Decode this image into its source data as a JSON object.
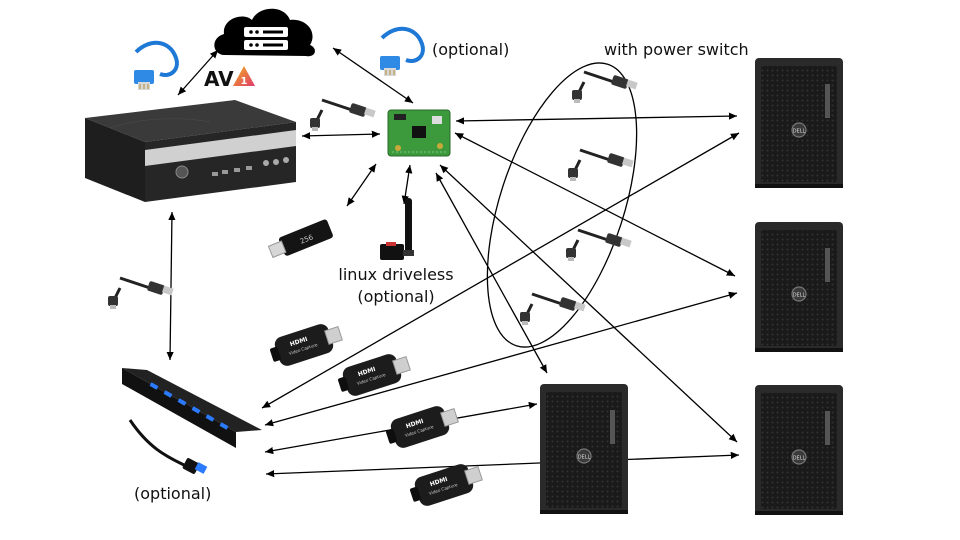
{
  "labels": {
    "optional_ethernet": "(optional)",
    "power_switch": "with power switch",
    "wifi_line1": "linux driveless",
    "wifi_line2": "(optional)",
    "hub_optional": "(optional)"
  },
  "logos": {
    "av1": "AV1"
  },
  "capture_card": {
    "brand": "HDMI",
    "caption": "Video Capture"
  },
  "usb_stick": {
    "capacity": "256"
  },
  "colors": {
    "arrow": "#000000",
    "hub_led": "#2a7bff",
    "pcb": "#3c9a3c",
    "ethernet": "#1e78d6",
    "av1_gradient_start": "#f0b020",
    "av1_gradient_end": "#e03a6a"
  },
  "nodes": [
    {
      "id": "cloud",
      "icon": "cloud-server-icon"
    },
    {
      "id": "mini-pc",
      "icon": "mini-pc-icon"
    },
    {
      "id": "microcontroller",
      "icon": "pcb-board-icon"
    },
    {
      "id": "usb-hub",
      "icon": "usb-hub-icon"
    },
    {
      "id": "tower-top-right",
      "icon": "tower-pc-icon"
    },
    {
      "id": "tower-middle-right",
      "icon": "tower-pc-icon"
    },
    {
      "id": "tower-bottom-right",
      "icon": "tower-pc-icon"
    },
    {
      "id": "tower-bottom-center",
      "icon": "tower-pc-icon"
    }
  ]
}
